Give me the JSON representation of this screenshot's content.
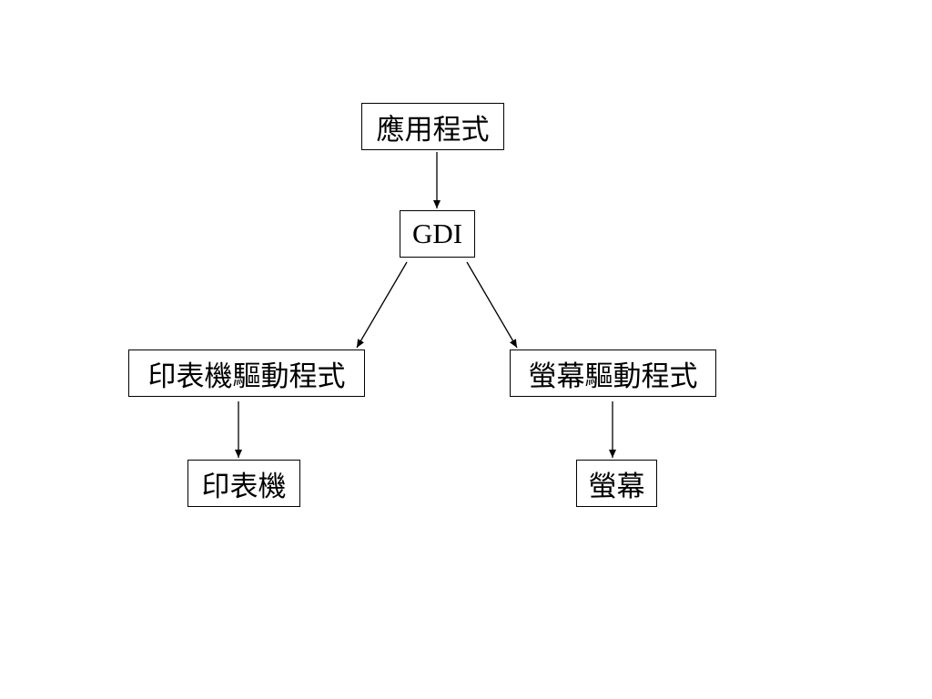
{
  "diagram": {
    "nodes": {
      "application": "應用程式",
      "gdi": "GDI",
      "printer_driver": "印表機驅動程式",
      "screen_driver": "螢幕驅動程式",
      "printer": "印表機",
      "screen": "螢幕"
    },
    "edges": [
      {
        "from": "application",
        "to": "gdi"
      },
      {
        "from": "gdi",
        "to": "printer_driver"
      },
      {
        "from": "gdi",
        "to": "screen_driver"
      },
      {
        "from": "printer_driver",
        "to": "printer"
      },
      {
        "from": "screen_driver",
        "to": "screen"
      }
    ],
    "colors": {
      "stroke": "#000000",
      "background": "#ffffff"
    }
  }
}
